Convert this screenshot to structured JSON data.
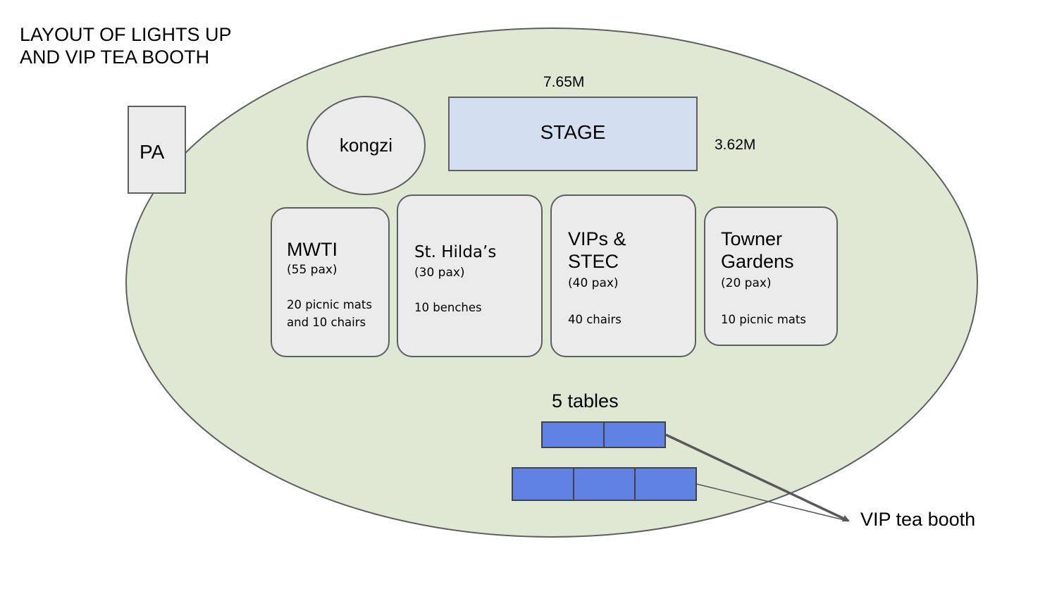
{
  "title": "LAYOUT OF LIGHTS UP\nAND VIP TEA BOOTH",
  "colors": {
    "field": "#dfe8d2",
    "outline": "#5f5f5f",
    "stage": "#d3dff0",
    "area": "#ebebeb",
    "table": "#5f82e4"
  },
  "pa": {
    "label": "PA"
  },
  "kongzi": {
    "label": "kongzi"
  },
  "stage": {
    "label": "STAGE",
    "width_label": "7.65M",
    "depth_label": "3.62M"
  },
  "areas": [
    {
      "name": "MWTI",
      "pax": "(55 pax)",
      "note": "20 picnic mats\nand 10 chairs"
    },
    {
      "name": "St. Hilda’s",
      "pax": "(30 pax)",
      "note": "10 benches"
    },
    {
      "name": "VIPs &\nSTEC",
      "pax": "(40 pax)",
      "note": "40 chairs"
    },
    {
      "name": "Towner\nGardens",
      "pax": "(20 pax)",
      "note": "10 picnic mats"
    }
  ],
  "tables": {
    "label": "5 tables",
    "count": 5
  },
  "tea_booth": {
    "label": "VIP tea booth"
  }
}
